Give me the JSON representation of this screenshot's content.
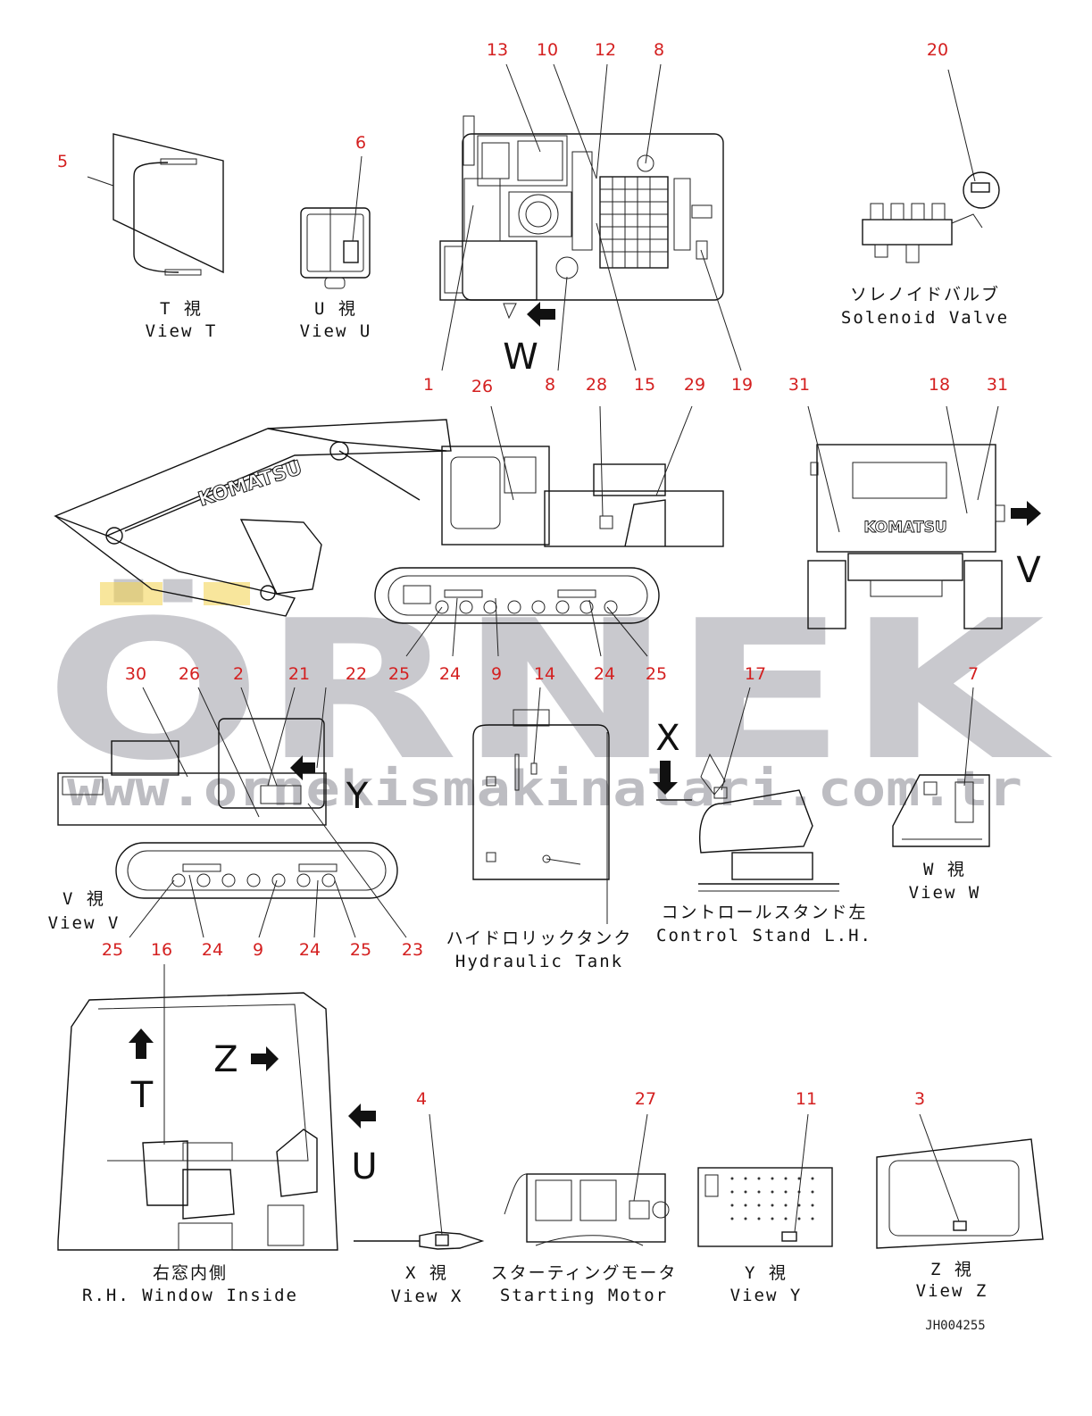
{
  "callouts": [
    "13",
    "10",
    "12",
    "8",
    "20",
    "5",
    "6",
    "1",
    "26",
    "8",
    "28",
    "15",
    "29",
    "19",
    "31",
    "18",
    "31",
    "25",
    "24",
    "9",
    "24",
    "25",
    "30",
    "26",
    "2",
    "21",
    "22",
    "14",
    "17",
    "7",
    "25",
    "24",
    "9",
    "24",
    "25",
    "23",
    "16",
    "4",
    "27",
    "11",
    "3"
  ],
  "captions": {
    "view_t_jp": "T 視",
    "view_t_en": "View T",
    "view_u_jp": "U 視",
    "view_u_en": "View U",
    "solenoid_jp": "ソレノイドバルブ",
    "solenoid_en": "Solenoid Valve",
    "view_v_jp": "V 視",
    "view_v_en": "View V",
    "hyd_jp": "ハイドロリックタンク",
    "hyd_en": "Hydraulic Tank",
    "ctrl_jp": "コントロールスタンド左",
    "ctrl_en": "Control Stand L.H.",
    "view_w_jp": "W 視",
    "view_w_en": "View W",
    "window_jp": "右窓内側",
    "window_en": "R.H. Window Inside",
    "view_x_jp": "X 視",
    "view_x_en": "View X",
    "starting_jp": "スターティングモータ",
    "starting_en": "Starting Motor",
    "view_y_jp": "Y 視",
    "view_y_en": "View Y",
    "view_z_jp": "Z 視",
    "view_z_en": "View Z"
  },
  "view_letters": [
    "W",
    "V",
    "Y",
    "X",
    "T",
    "Z",
    "U"
  ],
  "brand_text": [
    "KOMATSU",
    "KOMATSU"
  ],
  "drawing_id": "JH004255",
  "watermark": {
    "main": "ÖRNEK",
    "url": "www.ornekismakinalari.com.tr"
  },
  "colors": {
    "callout": "#d42020",
    "line": "#111111",
    "watermark": "#c9c9ce",
    "watermark_accent": "#f2d24a"
  }
}
